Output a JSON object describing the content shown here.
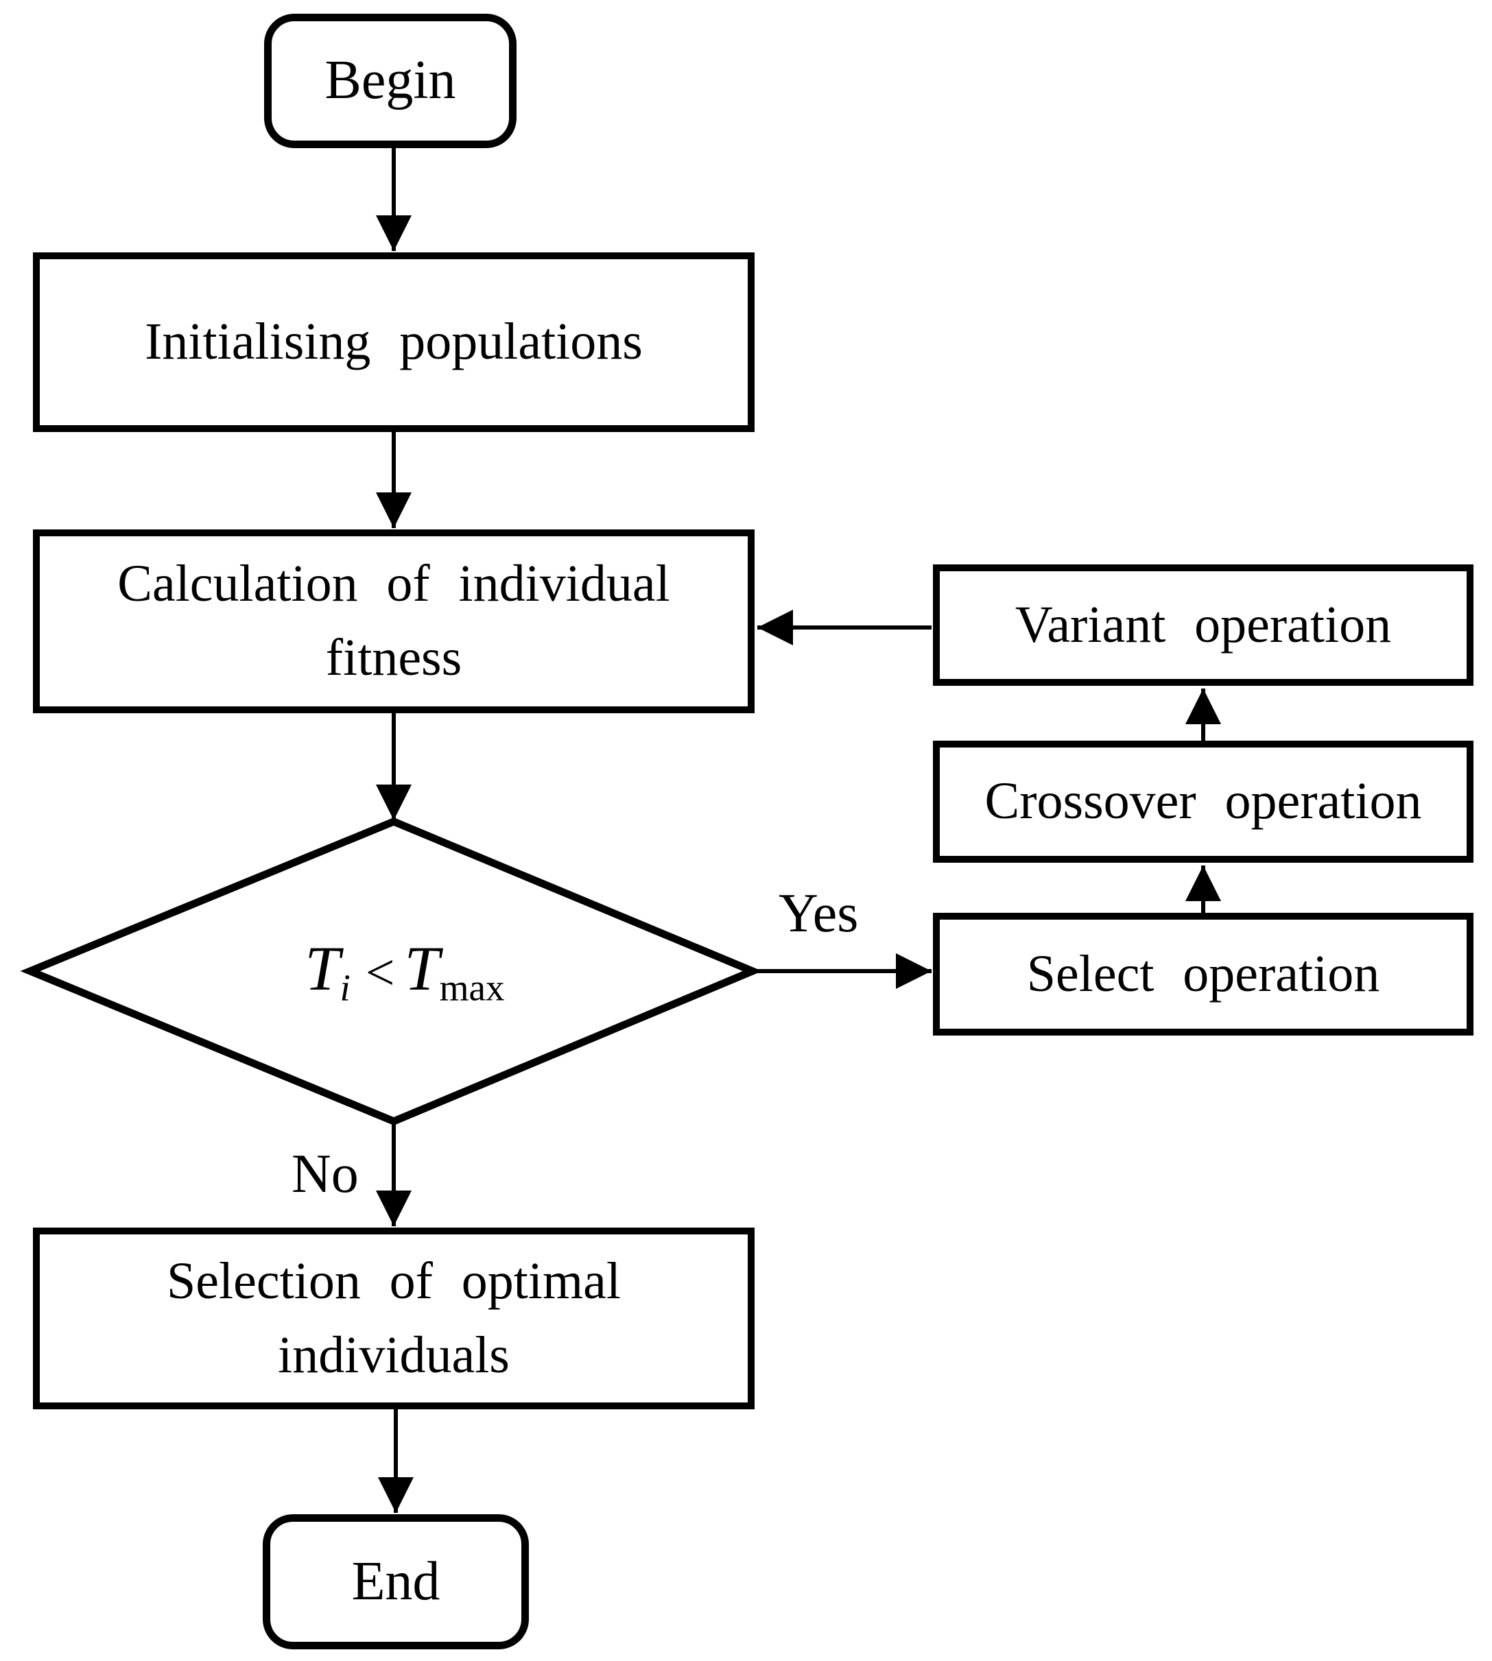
{
  "flowchart": {
    "background": "#ffffff",
    "stroke_color": "#000000",
    "nodes": {
      "begin": {
        "label": "Begin",
        "shape": "rounded-rectangle"
      },
      "initialising": {
        "label": "Initialising populations",
        "shape": "rectangle"
      },
      "calculation": {
        "line1": "Calculation of individual",
        "line2": "fitness",
        "shape": "rectangle"
      },
      "decision": {
        "var1": "T",
        "var1_sub": "i",
        "operator": "<",
        "var2": "T",
        "var2_sub": "max",
        "shape": "diamond"
      },
      "select_operation": {
        "label": "Select operation",
        "shape": "rectangle"
      },
      "crossover_operation": {
        "label": "Crossover operation",
        "shape": "rectangle"
      },
      "variant_operation": {
        "label": "Variant operation",
        "shape": "rectangle"
      },
      "selection_optimal": {
        "line1": "Selection of optimal",
        "line2": "individuals",
        "shape": "rectangle"
      },
      "end": {
        "label": "End",
        "shape": "rounded-rectangle"
      }
    },
    "edge_labels": {
      "yes": "Yes",
      "no": "No"
    }
  }
}
